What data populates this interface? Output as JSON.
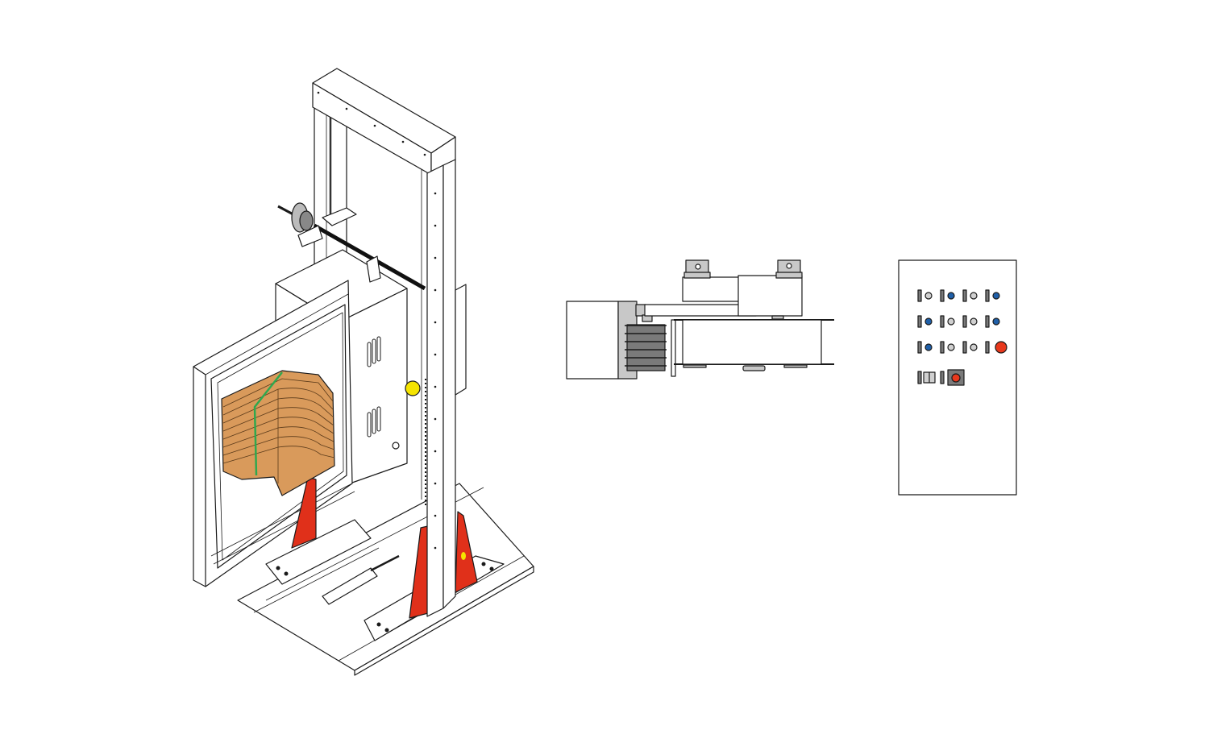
{
  "colors": {
    "outline": "#1a1a1a",
    "part_fill": "#ffffff",
    "gray_part": "#c8c8c8",
    "dark_gray": "#7a7a7a",
    "cardboard": "#d99a5b",
    "strap": "#2fa84f",
    "support_red": "#e0301a",
    "indicator_blue": "#1f5fa8",
    "indicator_gray": "#d0d0d0",
    "emergency_red": "#e8381c",
    "warning_yellow": "#f5e400"
  },
  "views": {
    "isometric": "strapping-machine-isometric-view",
    "top": "strapping-machine-top-view",
    "panel": "control-panel-front-view"
  },
  "control_panel": {
    "indicator_rows": [
      [
        "gray",
        "blue",
        "gray",
        "blue"
      ],
      [
        "blue",
        "gray",
        "gray",
        "blue"
      ],
      [
        "blue",
        "gray",
        "gray",
        "emergency-stop"
      ]
    ],
    "bottom_row": [
      "selector-switch",
      "red-push-button"
    ]
  }
}
